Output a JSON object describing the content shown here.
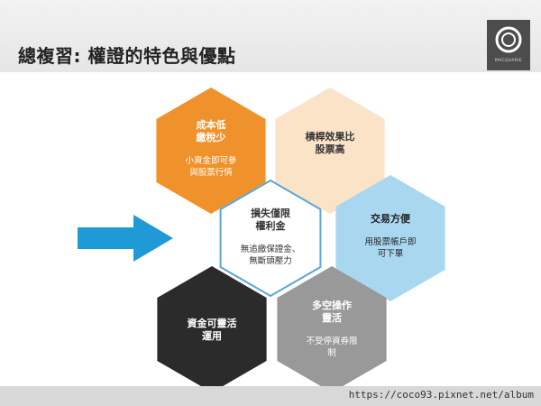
{
  "slide": {
    "title": "總複習: 權證的特色與優點",
    "logo_text": "MACQUARIE"
  },
  "hexagons": [
    {
      "head": [
        "成本低",
        "繳稅少"
      ],
      "sub": [
        "小資金即可參",
        "與股票行情"
      ],
      "color": "#f0922b",
      "text_color": "#ffffff"
    },
    {
      "head": [
        "槓桿效果比",
        "股票高"
      ],
      "sub": [],
      "color": "#fbe3c8",
      "text_color": "#333333"
    },
    {
      "head": [
        "損失僅限",
        "權利金"
      ],
      "sub": [
        "無追繳保證金、",
        "無斷頭壓力"
      ],
      "color": "#ffffff",
      "text_color": "#333333",
      "border": "#5aa6d8"
    },
    {
      "head": [
        "交易方便"
      ],
      "sub": [
        "用股票帳戶即",
        "可下單"
      ],
      "color": "#a9d7f0",
      "text_color": "#222222"
    },
    {
      "head": [
        "資金可靈活",
        "運用"
      ],
      "sub": [],
      "color": "#2b2b2b",
      "text_color": "#ffffff"
    },
    {
      "head": [
        "多空操作",
        "靈活"
      ],
      "sub": [
        "不受停資券限",
        "制"
      ],
      "color": "#999999",
      "text_color": "#ffffff"
    }
  ],
  "arrow_color": "#1f9ad6",
  "footer": {
    "url": "https://coco93.pixnet.net/album"
  }
}
